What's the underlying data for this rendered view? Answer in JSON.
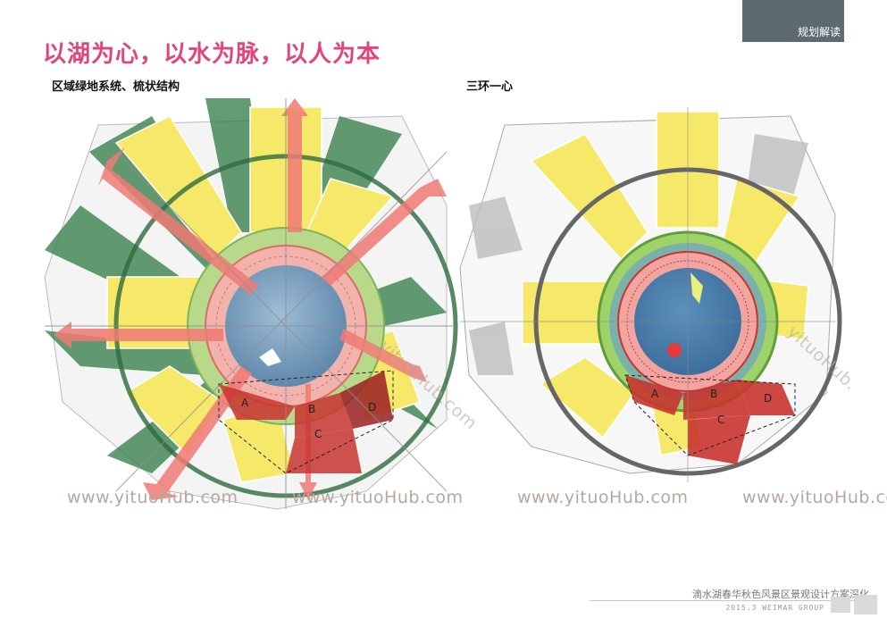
{
  "header": {
    "tag": "规划解读",
    "headline": "以湖为心，以水为脉，以人为本"
  },
  "left": {
    "caption": "区域绿地系统、梳状结构",
    "zones": [
      "A",
      "B",
      "C",
      "D"
    ]
  },
  "right": {
    "caption": "三环一心",
    "zones": [
      "A",
      "B",
      "C",
      "D"
    ]
  },
  "watermarks": [
    "www.yituoHub.com",
    "www.yituoHub.com",
    "www.yituoHub.com",
    "www.yituoHub.com",
    "yituoHub.com",
    "yituoHub."
  ],
  "footer": {
    "title": "滴水湖春华秋色风景区景观设计方案深化",
    "sub": "2015.3  WEIMAR GROUP"
  },
  "colors": {
    "accent": "#e0457b",
    "lake": "#6f97b8",
    "yellow": "#f6e96a",
    "green": "#3a7f48",
    "red": "#c8342f",
    "tag": "#5d6a72"
  }
}
